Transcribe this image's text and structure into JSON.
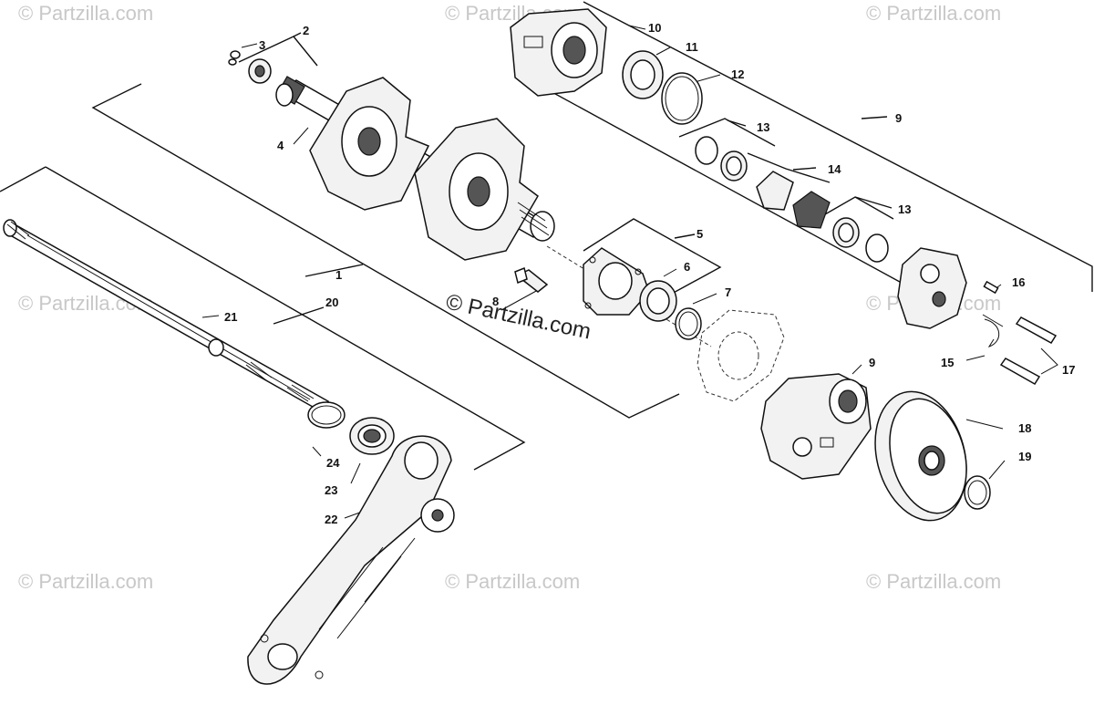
{
  "watermark": {
    "text": "© Partzilla.com",
    "main_text": "© Partzilla.com"
  },
  "callouts": [
    "1",
    "2",
    "3",
    "4",
    "5",
    "6",
    "7",
    "8",
    "9",
    "9",
    "10",
    "11",
    "12",
    "13",
    "13",
    "14",
    "15",
    "16",
    "17",
    "18",
    "19",
    "20",
    "21",
    "22",
    "23",
    "24"
  ]
}
